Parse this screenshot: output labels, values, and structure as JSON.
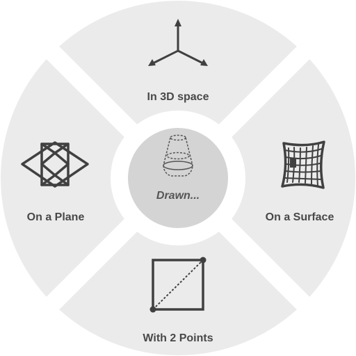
{
  "pie_menu": {
    "center_label": "Drawn...",
    "items": {
      "top": {
        "label": "In 3D space",
        "icon": "axes-3d-icon"
      },
      "right": {
        "label": "On a Surface",
        "icon": "surface-grid-icon"
      },
      "bottom": {
        "label": "With 2 Points",
        "icon": "two-points-square-icon"
      },
      "left": {
        "label": "On a Plane",
        "icon": "plane-pattern-icon"
      }
    },
    "colors": {
      "wedge": "#ebebeb",
      "center": "#d4d4d4",
      "icon": "#404040",
      "text": "#484848"
    }
  }
}
